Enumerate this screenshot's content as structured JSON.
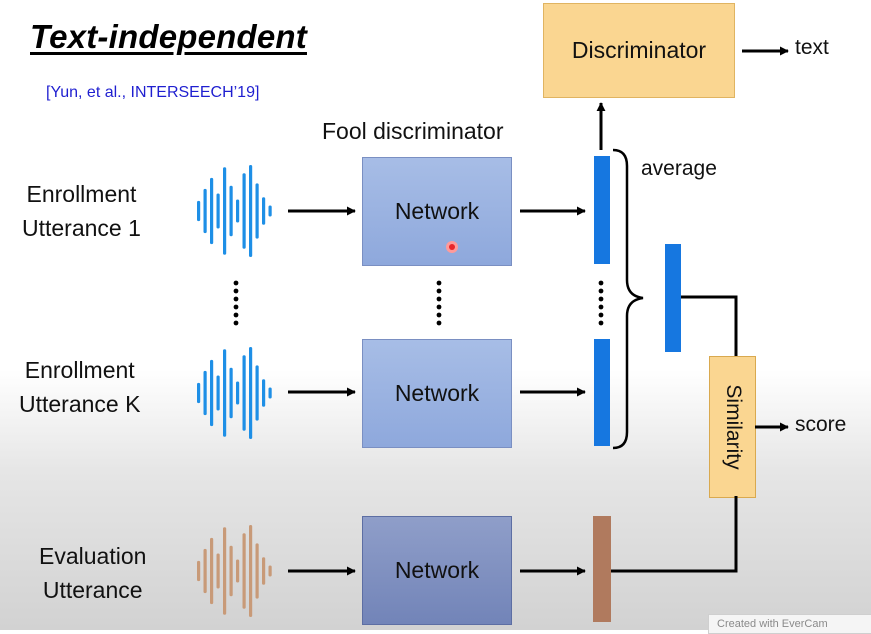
{
  "title": "Text-independent",
  "citation": "[Yun, et al., INTERSEECH’19]",
  "fool_label": "Fool discriminator",
  "discriminator": {
    "label": "Discriminator",
    "output": "text"
  },
  "average_label": "average",
  "similarity": {
    "label": "Similarity",
    "output": "score"
  },
  "inputs": [
    {
      "line1": "Enrollment",
      "line2": "Utterance 1",
      "network": "Network"
    },
    {
      "line1": "Enrollment",
      "line2": "Utterance K",
      "network": "Network"
    },
    {
      "line1": "Evaluation",
      "line2": "Utterance",
      "network": "Network"
    }
  ],
  "watermark": "Created with EverCam",
  "colors": {
    "enroll_wave": "#1e8fe6",
    "eval_wave": "#c89a78",
    "embedding_blue": "#1677e0",
    "embedding_eval": "#b07a5e",
    "network": "#98b0e0",
    "network_eval": "#7f90c2",
    "discriminator": "#fad691",
    "citation": "#1f1fd0"
  }
}
